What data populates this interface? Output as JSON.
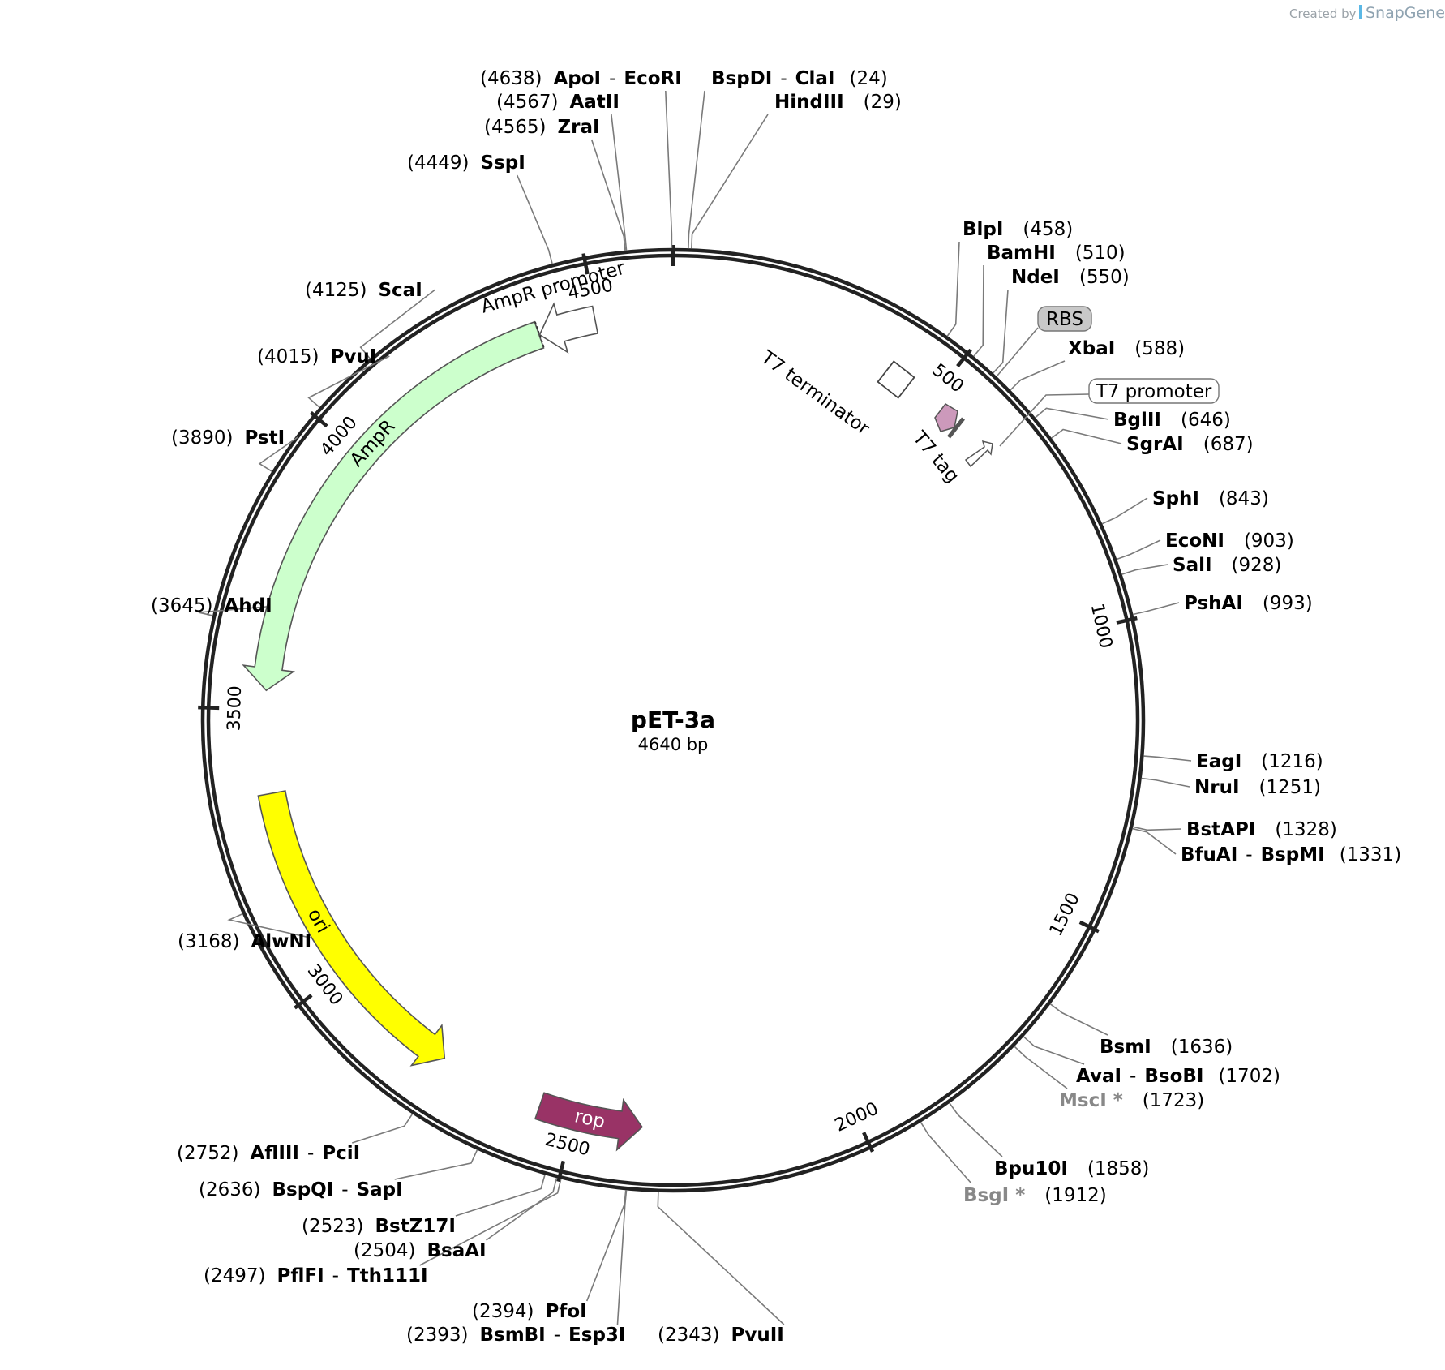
{
  "credit": {
    "created_by": "Created by",
    "brand": "SnapGene"
  },
  "plasmid": {
    "name": "pET-3a",
    "length": "4640 bp",
    "bp": 4640
  },
  "ring": {
    "outer_color": "#222222"
  },
  "ticks": [
    {
      "bp": 0,
      "label": ""
    },
    {
      "bp": 500,
      "label": "500"
    },
    {
      "bp": 1000,
      "label": "1000"
    },
    {
      "bp": 1500,
      "label": "1500"
    },
    {
      "bp": 2000,
      "label": "2000"
    },
    {
      "bp": 2500,
      "label": "2500"
    },
    {
      "bp": 3000,
      "label": "3000"
    },
    {
      "bp": 3500,
      "label": "3500"
    },
    {
      "bp": 4000,
      "label": "4000"
    },
    {
      "bp": 4500,
      "label": "4500"
    }
  ],
  "features": [
    {
      "name": "AmpR",
      "label": "AmpR",
      "start": 3534,
      "end": 4393,
      "direction": "reverse",
      "color": "#ccffcc"
    },
    {
      "name": "AmpR-promoter",
      "label": "AmpR promoter",
      "start": 4394,
      "end": 4498,
      "direction": "reverse",
      "color": "#ffffff"
    },
    {
      "name": "ori",
      "label": "ori",
      "start": 2759,
      "end": 3347,
      "direction": "reverse",
      "color": "#ffff00"
    },
    {
      "name": "rop",
      "label": "rop",
      "start": 2376,
      "end": 2566,
      "direction": "reverse",
      "color": "#993366"
    }
  ],
  "small_features": [
    {
      "name": "T7-terminator",
      "label": "T7 terminator",
      "color": "#ffffff"
    },
    {
      "name": "T7-tag",
      "label": "T7 tag",
      "color": "#cc99bb"
    },
    {
      "name": "RBS",
      "label": "RBS",
      "color": "#c8c8c8"
    },
    {
      "name": "T7-promoter",
      "label": "T7 promoter",
      "color": "#ffffff"
    }
  ],
  "sites": [
    {
      "pos": "(4638)",
      "enz": "ApoI",
      "enz2": "EcoRI",
      "bp": 4638
    },
    {
      "pos": "(4567)",
      "enz": "AatII",
      "bp": 4567
    },
    {
      "pos": "(4565)",
      "enz": "ZraI",
      "bp": 4565
    },
    {
      "pos": "(4449)",
      "enz": "SspI",
      "bp": 4449
    },
    {
      "pos": "(4125)",
      "enz": "ScaI",
      "bp": 4125
    },
    {
      "pos": "(4015)",
      "enz": "PvuI",
      "bp": 4015
    },
    {
      "pos": "(3890)",
      "enz": "PstI",
      "bp": 3890
    },
    {
      "pos": "(3645)",
      "enz": "AhdI",
      "bp": 3645
    },
    {
      "pos": "(3168)",
      "enz": "AlwNI",
      "bp": 3168
    },
    {
      "pos": "(2752)",
      "enz": "AflIII",
      "enz2": "PciI",
      "bp": 2752
    },
    {
      "pos": "(2636)",
      "enz": "BspQI",
      "enz2": "SapI",
      "bp": 2636
    },
    {
      "pos": "(2523)",
      "enz": "BstZ17I",
      "bp": 2523
    },
    {
      "pos": "(2504)",
      "enz": "BsaAI",
      "bp": 2504
    },
    {
      "pos": "(2497)",
      "enz": "PflFI",
      "enz2": "Tth111I",
      "bp": 2497
    },
    {
      "pos": "(2394)",
      "enz": "PfoI",
      "bp": 2394
    },
    {
      "pos": "(2393)",
      "enz": "BsmBI",
      "enz2": "Esp3I",
      "bp": 2393
    },
    {
      "pos": "(2343)",
      "enz": "PvuII",
      "bp": 2343
    },
    {
      "pos": "(24)",
      "enz": "BspDI",
      "enz2": "ClaI",
      "bp": 24
    },
    {
      "pos": "(29)",
      "enz": "HindIII",
      "bp": 29
    },
    {
      "pos": "(458)",
      "enz": "BlpI",
      "bp": 458
    },
    {
      "pos": "(510)",
      "enz": "BamHI",
      "bp": 510
    },
    {
      "pos": "(550)",
      "enz": "NdeI",
      "bp": 550
    },
    {
      "pos": "(588)",
      "enz": "XbaI",
      "bp": 588
    },
    {
      "pos": "(646)",
      "enz": "BglII",
      "bp": 646
    },
    {
      "pos": "(687)",
      "enz": "SgrAI",
      "bp": 687
    },
    {
      "pos": "(843)",
      "enz": "SphI",
      "bp": 843
    },
    {
      "pos": "(903)",
      "enz": "EcoNI",
      "bp": 903
    },
    {
      "pos": "(928)",
      "enz": "SalI",
      "bp": 928
    },
    {
      "pos": "(993)",
      "enz": "PshAI",
      "bp": 993
    },
    {
      "pos": "(1216)",
      "enz": "EagI",
      "bp": 1216
    },
    {
      "pos": "(1251)",
      "enz": "NruI",
      "bp": 1251
    },
    {
      "pos": "(1328)",
      "enz": "BstAPI",
      "bp": 1328
    },
    {
      "pos": "(1331)",
      "enz": "BfuAI",
      "enz2": "BspMI",
      "bp": 1331
    },
    {
      "pos": "(1636)",
      "enz": "BsmI",
      "bp": 1636
    },
    {
      "pos": "(1702)",
      "enz": "AvaI",
      "enz2": "BsoBI",
      "bp": 1702
    },
    {
      "pos": "(1723)",
      "enz": "MscI *",
      "bp": 1723,
      "dim": true
    },
    {
      "pos": "(1858)",
      "enz": "Bpu10I",
      "bp": 1858
    },
    {
      "pos": "(1912)",
      "enz": "BsgI *",
      "bp": 1912,
      "dim": true
    }
  ]
}
